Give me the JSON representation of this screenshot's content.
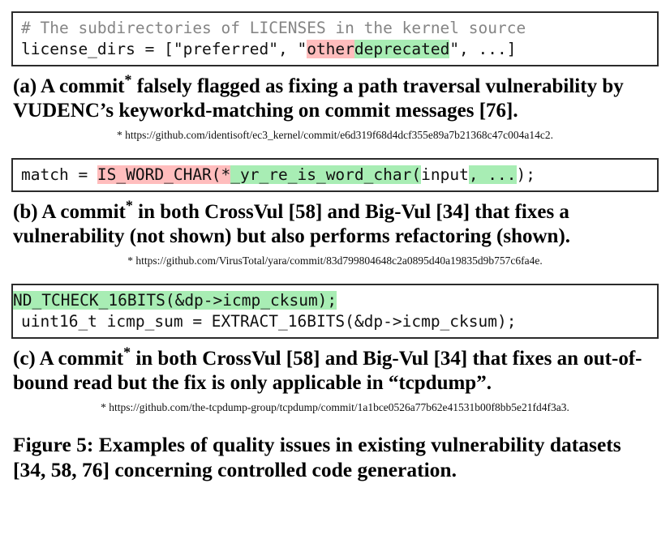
{
  "figure": {
    "id": "Figure 5",
    "caption": "Figure 5: Examples of quality issues in existing vulnerability datasets [34, 58, 76] concerning controlled code generation."
  },
  "colors": {
    "highlight_removed": "#ffbdbd",
    "highlight_added": "#a8edb4",
    "comment_gray": "#858585",
    "box_border": "#2b2b2b",
    "text": "#111111"
  },
  "examples": [
    {
      "label": "a",
      "language": "python",
      "code_lines": [
        {
          "segments": [
            {
              "text": "# The subdirectories of LICENSES in the kernel source",
              "style": "comment"
            }
          ]
        },
        {
          "segments": [
            {
              "text": "license_dirs = [\"preferred\", \"",
              "style": "plain"
            },
            {
              "text": "other",
              "style": "removed"
            },
            {
              "text": "deprecated",
              "style": "added"
            },
            {
              "text": "\", ...]",
              "style": "plain"
            }
          ]
        }
      ],
      "caption": "(a) A commit* falsely flagged as fixing a path traversal vulnerability by VUDENC’s keyworkd-matching on commit messages [76].",
      "caption_part1": "(a) A commit",
      "caption_part2": " falsely flagged as fixing a path traversal vulnerability by VUDENC’s keyworkd-matching on commit messages [76].",
      "footnote": "* https://github.com/identisoft/ec3_kernel/commit/e6d319f68d4dcf355e89a7b21368c47c004a14c2."
    },
    {
      "label": "b",
      "language": "c",
      "code_lines": [
        {
          "segments": [
            {
              "text": "match = ",
              "style": "plain"
            },
            {
              "text": "IS_WORD_CHAR(*",
              "style": "removed"
            },
            {
              "text": "_yr_re_is_word_char(",
              "style": "added"
            },
            {
              "text": "input",
              "style": "plain"
            },
            {
              "text": ", ...",
              "style": "added"
            },
            {
              "text": ");",
              "style": "plain"
            }
          ]
        }
      ],
      "caption": "(b) A commit* in both CrossVul [58] and Big-Vul [34] that fixes a vulnerability (not shown) but also performs refactoring (shown).",
      "caption_part1": "(b) A commit",
      "caption_part2": " in both CrossVul [58] and Big-Vul [34] that fixes a vulnerability (not shown) but also performs refactoring (shown).",
      "footnote": "* https://github.com/VirusTotal/yara/commit/83d799804648c2a0895d40a19835d9b757c6fa4e."
    },
    {
      "label": "c",
      "language": "c",
      "code_lines": [
        {
          "flush": true,
          "segments": [
            {
              "text": "ND_TCHECK_16BITS(&dp->icmp_cksum);",
              "style": "added"
            }
          ]
        },
        {
          "segments": [
            {
              "text": "uint16_t icmp_sum = EXTRACT_16BITS(&dp->icmp_cksum);",
              "style": "plain"
            }
          ]
        }
      ],
      "caption": "(c) A commit* in both CrossVul [58] and Big-Vul [34] that fixes an out-of-bound read but the fix is only applicable in “tcpdump”.",
      "caption_part1": "(c) A commit",
      "caption_part2": " in both CrossVul [58] and Big-Vul [34] that fixes an out-of-bound read but the fix is only applicable in “tcpdump”.",
      "footnote": "* https://github.com/the-tcpdump-group/tcpdump/commit/1a1bce0526a77b62e41531b00f8bb5e21fd4f3a3."
    }
  ],
  "star_marker": "*"
}
